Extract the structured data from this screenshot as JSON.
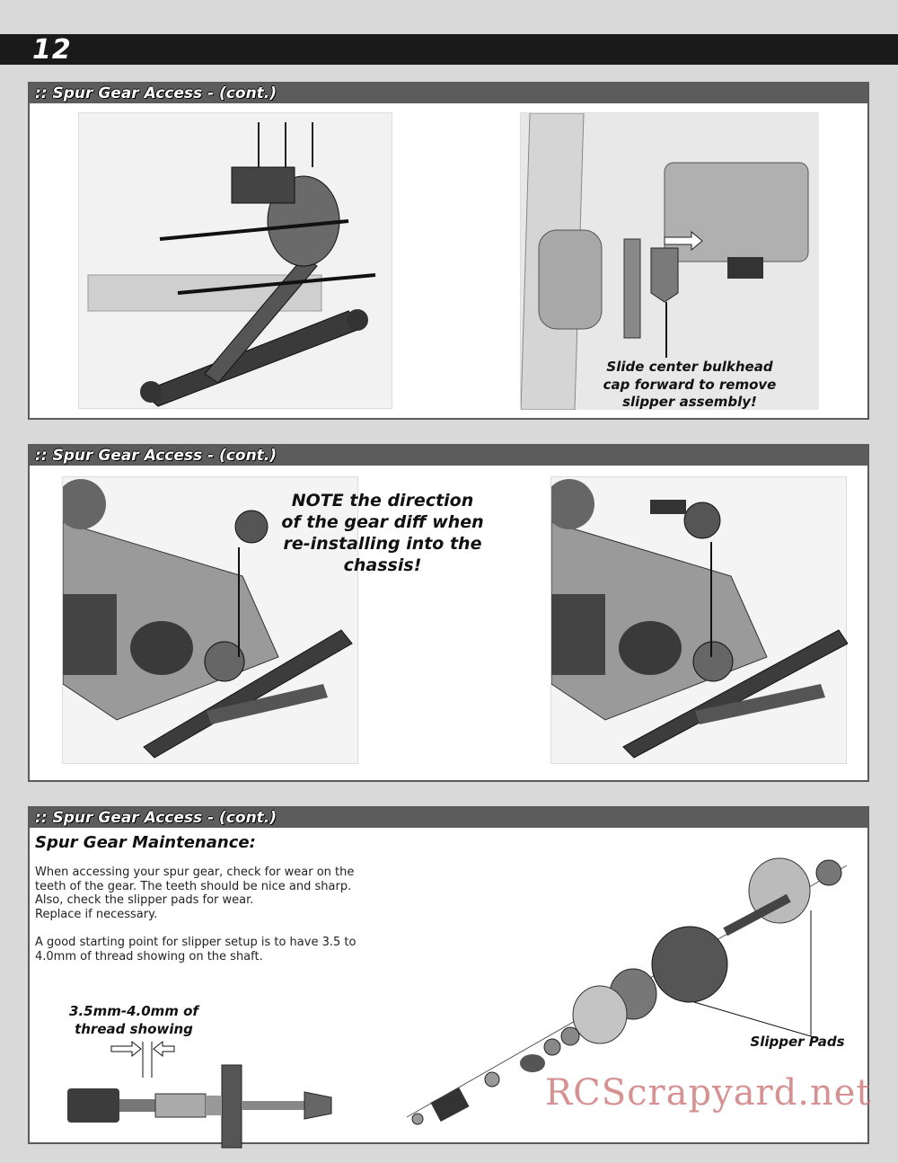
{
  "page": {
    "number": "12"
  },
  "sections": [
    {
      "title": ":: Spur Gear Access - (cont.)",
      "callout": "Slide center bulkhead\ncap forward to remove\nslipper assembly!"
    },
    {
      "title": ":: Spur Gear Access - (cont.)",
      "note": "NOTE the direction\nof the gear diff when\nre-installing into the\nchassis!"
    },
    {
      "title": ":: Spur Gear Access - (cont.)",
      "subtitle": "Spur Gear Maintenance:",
      "paragraph1": "When accessing your spur gear, check for wear on the\nteeth of the gear.  The teeth should be nice and sharp.\nAlso, check the slipper pads for wear.\nReplace if necessary.",
      "paragraph2": "A good starting point for slipper setup is to have 3.5 to\n4.0mm of thread showing on the shaft.",
      "thread_label": "3.5mm-4.0mm of\nthread showing",
      "slipper_label": "Slipper Pads"
    }
  ],
  "watermark": "RCScrapyard.net",
  "colors": {
    "header_bar": "#1a1a1a",
    "panel_header": "#5c5c5c",
    "watermark": "#c86e6e"
  }
}
